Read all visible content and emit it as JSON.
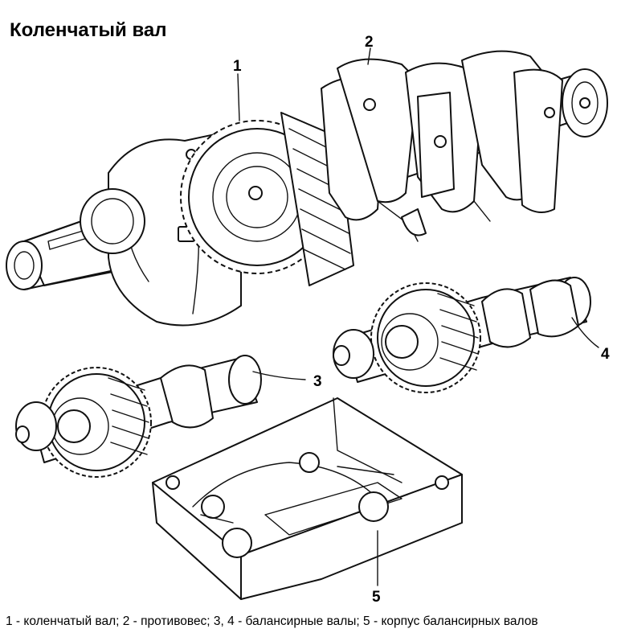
{
  "title": "Коленчатый вал",
  "callouts": [
    "1",
    "2",
    "3",
    "4",
    "5"
  ],
  "caption": "1 - коленчатый вал; 2 - противовес; 3, 4 - балансирные валы; 5 - корпус балансирных валов"
}
